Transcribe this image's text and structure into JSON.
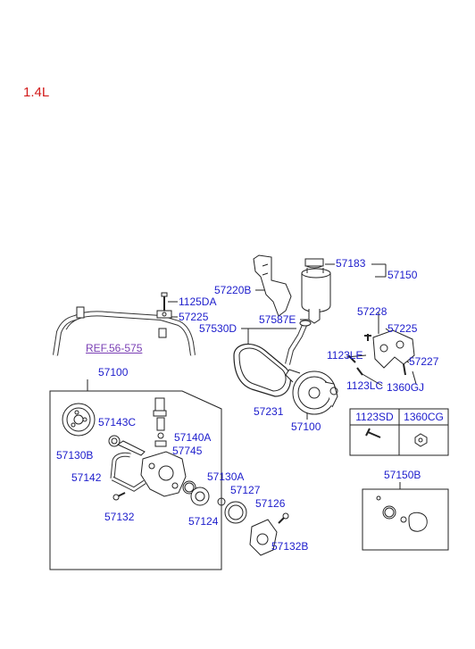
{
  "engine_label": "1.4L",
  "reference_link": "REF.56-575",
  "parts": {
    "p57183": "57183",
    "p57150": "57150",
    "p57220B": "57220B",
    "p1125DA": "1125DA",
    "p57225_left": "57225",
    "p57587E": "57587E",
    "p57530D": "57530D",
    "p57228": "57228",
    "p57225_right": "57225",
    "p1123LE": "1123LE",
    "p57227": "57227",
    "p1123LC": "1123LC",
    "p1360GJ": "1360GJ",
    "p57231": "57231",
    "p57100_top": "57100",
    "p57100_assy": "57100",
    "p57143C": "57143C",
    "p57130B": "57130B",
    "p57140A": "57140A",
    "p57745": "57745",
    "p57142": "57142",
    "p57130A": "57130A",
    "p57127": "57127",
    "p57126": "57126",
    "p57132": "57132",
    "p57124": "57124",
    "p57132B": "57132B",
    "p57150B": "57150B"
  },
  "hardware_table": {
    "col1": "1123SD",
    "col2": "1360CG"
  }
}
